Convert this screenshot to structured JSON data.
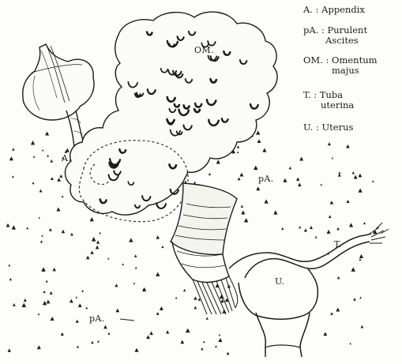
{
  "figure": {
    "labels": {
      "appendix": "A.",
      "omentum": "OM.",
      "ascites_right": "pA.",
      "ascites_bottom": "pA.",
      "tuba": "T.",
      "uterus": "U."
    },
    "legend": [
      {
        "lines": [
          "A. : Appendix"
        ]
      },
      {
        "lines": [
          "pA. : Purulent",
          "Ascites"
        ]
      },
      {
        "lines": [
          "OM. : Omentum",
          "majus"
        ]
      },
      {
        "lines": [
          "T. : Tuba",
          "uterina"
        ]
      },
      {
        "lines": [
          "U. : Uterus"
        ]
      }
    ]
  },
  "colors": {
    "ink": "#1b1b1b",
    "paper": "#fdfdfb"
  }
}
